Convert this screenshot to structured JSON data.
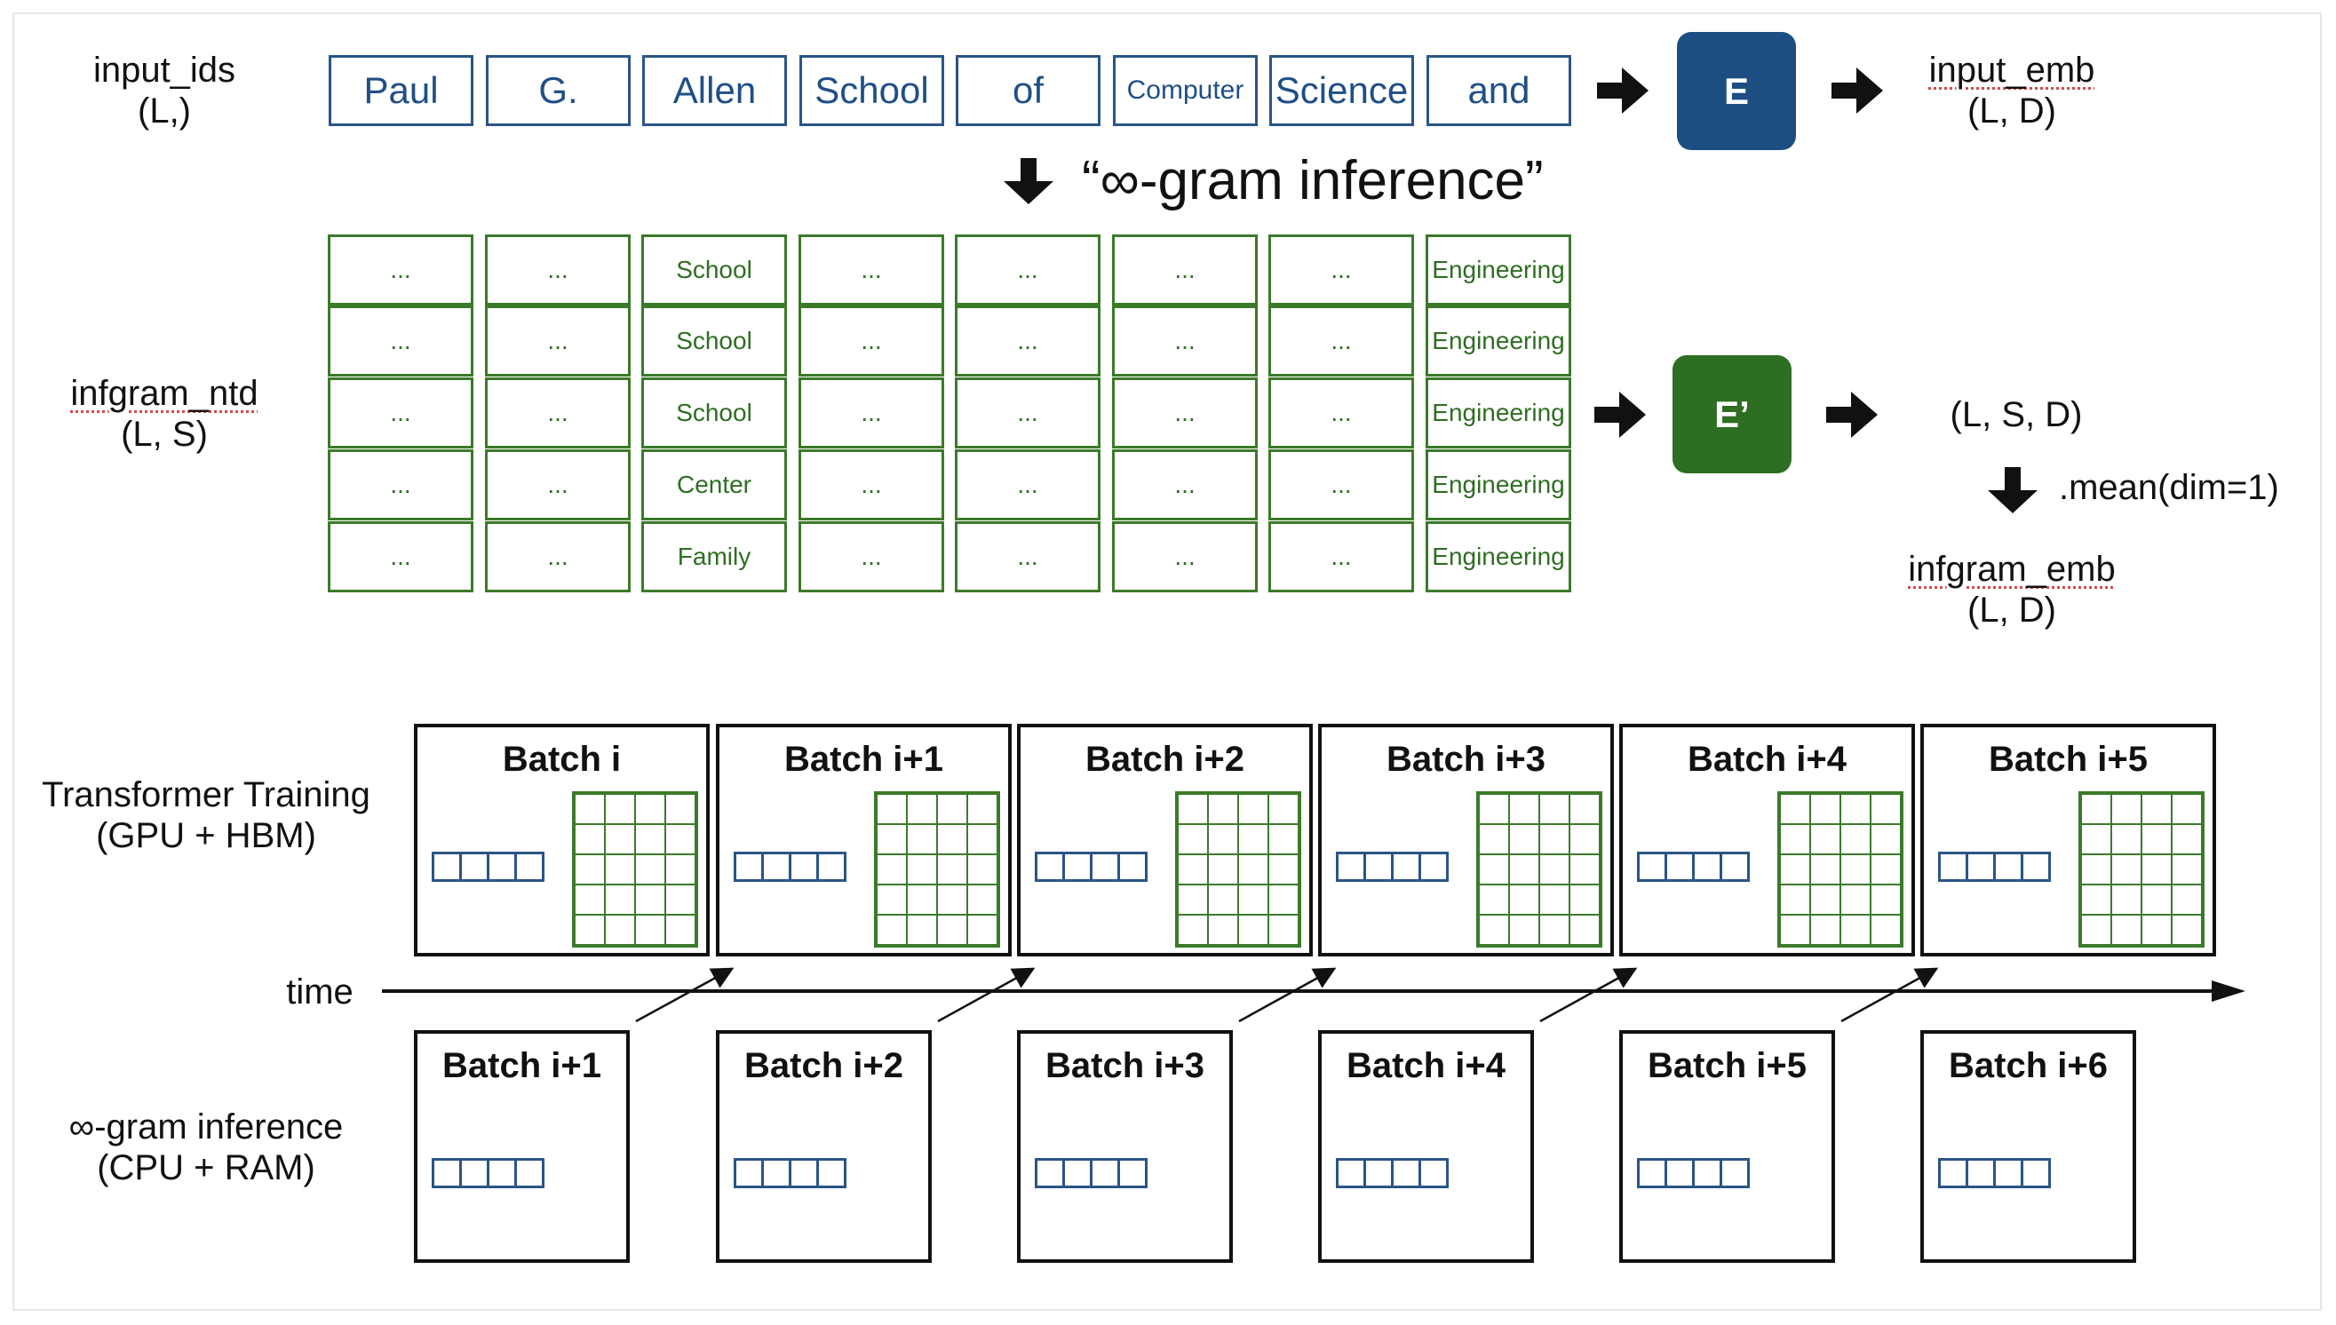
{
  "labels": {
    "input_ids": "input_ids",
    "input_ids_shape": "(L,)",
    "input_emb": "input_emb",
    "input_emb_shape": "(L, D)",
    "inference_caption": "“∞-gram inference”",
    "infgram_ntd": "infgram_ntd",
    "infgram_ntd_shape": "(L, S)",
    "lsd_shape": "(L, S, D)",
    "mean_op": ".mean(dim=1)",
    "infgram_emb": "infgram_emb",
    "infgram_emb_shape": "(L, D)",
    "transformer_training": "Transformer Training",
    "transformer_training_hw": "(GPU + HBM)",
    "time": "time",
    "infgram_inference": "∞-gram inference",
    "infgram_inference_hw": "(CPU + RAM)"
  },
  "encoders": {
    "e": "E",
    "e_prime": "E’"
  },
  "tokens": [
    "Paul",
    "G.",
    "Allen",
    "School",
    "of",
    "Computer",
    "Science",
    "and"
  ],
  "ntd_grid": [
    [
      "...",
      "...",
      "School",
      "...",
      "...",
      "...",
      "...",
      "Engineering"
    ],
    [
      "...",
      "...",
      "School",
      "...",
      "...",
      "...",
      "...",
      "Engineering"
    ],
    [
      "...",
      "...",
      "School",
      "...",
      "...",
      "...",
      "...",
      "Engineering"
    ],
    [
      "...",
      "...",
      "Center",
      "...",
      "...",
      "...",
      "...",
      "Engineering"
    ],
    [
      "...",
      "...",
      "Family",
      "...",
      "...",
      "...",
      "...",
      "Engineering"
    ]
  ],
  "training_batches": [
    "Batch i",
    "Batch i+1",
    "Batch i+2",
    "Batch i+3",
    "Batch i+4",
    "Batch i+5"
  ],
  "inference_batches": [
    "Batch i+1",
    "Batch i+2",
    "Batch i+3",
    "Batch i+4",
    "Batch i+5",
    "Batch i+6"
  ],
  "colors": {
    "token_blue": "#1f4f86",
    "grid_green": "#2f6e22",
    "encoder_e": "#1d4e82",
    "encoder_e_prime": "#2e6e22"
  }
}
